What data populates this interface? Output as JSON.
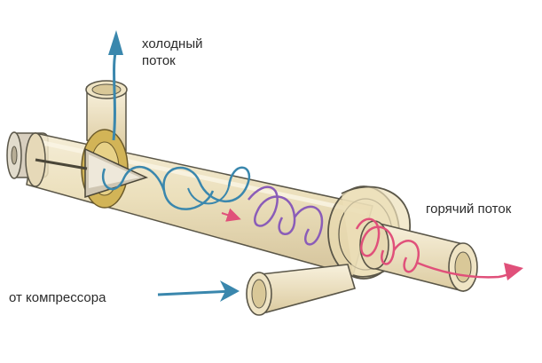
{
  "labels": {
    "cold_line1": "холодный",
    "cold_line2": "поток",
    "hot": "горячий поток",
    "compressor": "от компрессора"
  },
  "colors": {
    "tube_fill": "#e6d6a6",
    "tube_edge": "#5a5648",
    "brass": "#d2b457",
    "cold_flow": "#3a87ad",
    "warm_flow": "#8a5cb8",
    "hot_flow": "#e0507a",
    "text": "#2b2b2b"
  }
}
